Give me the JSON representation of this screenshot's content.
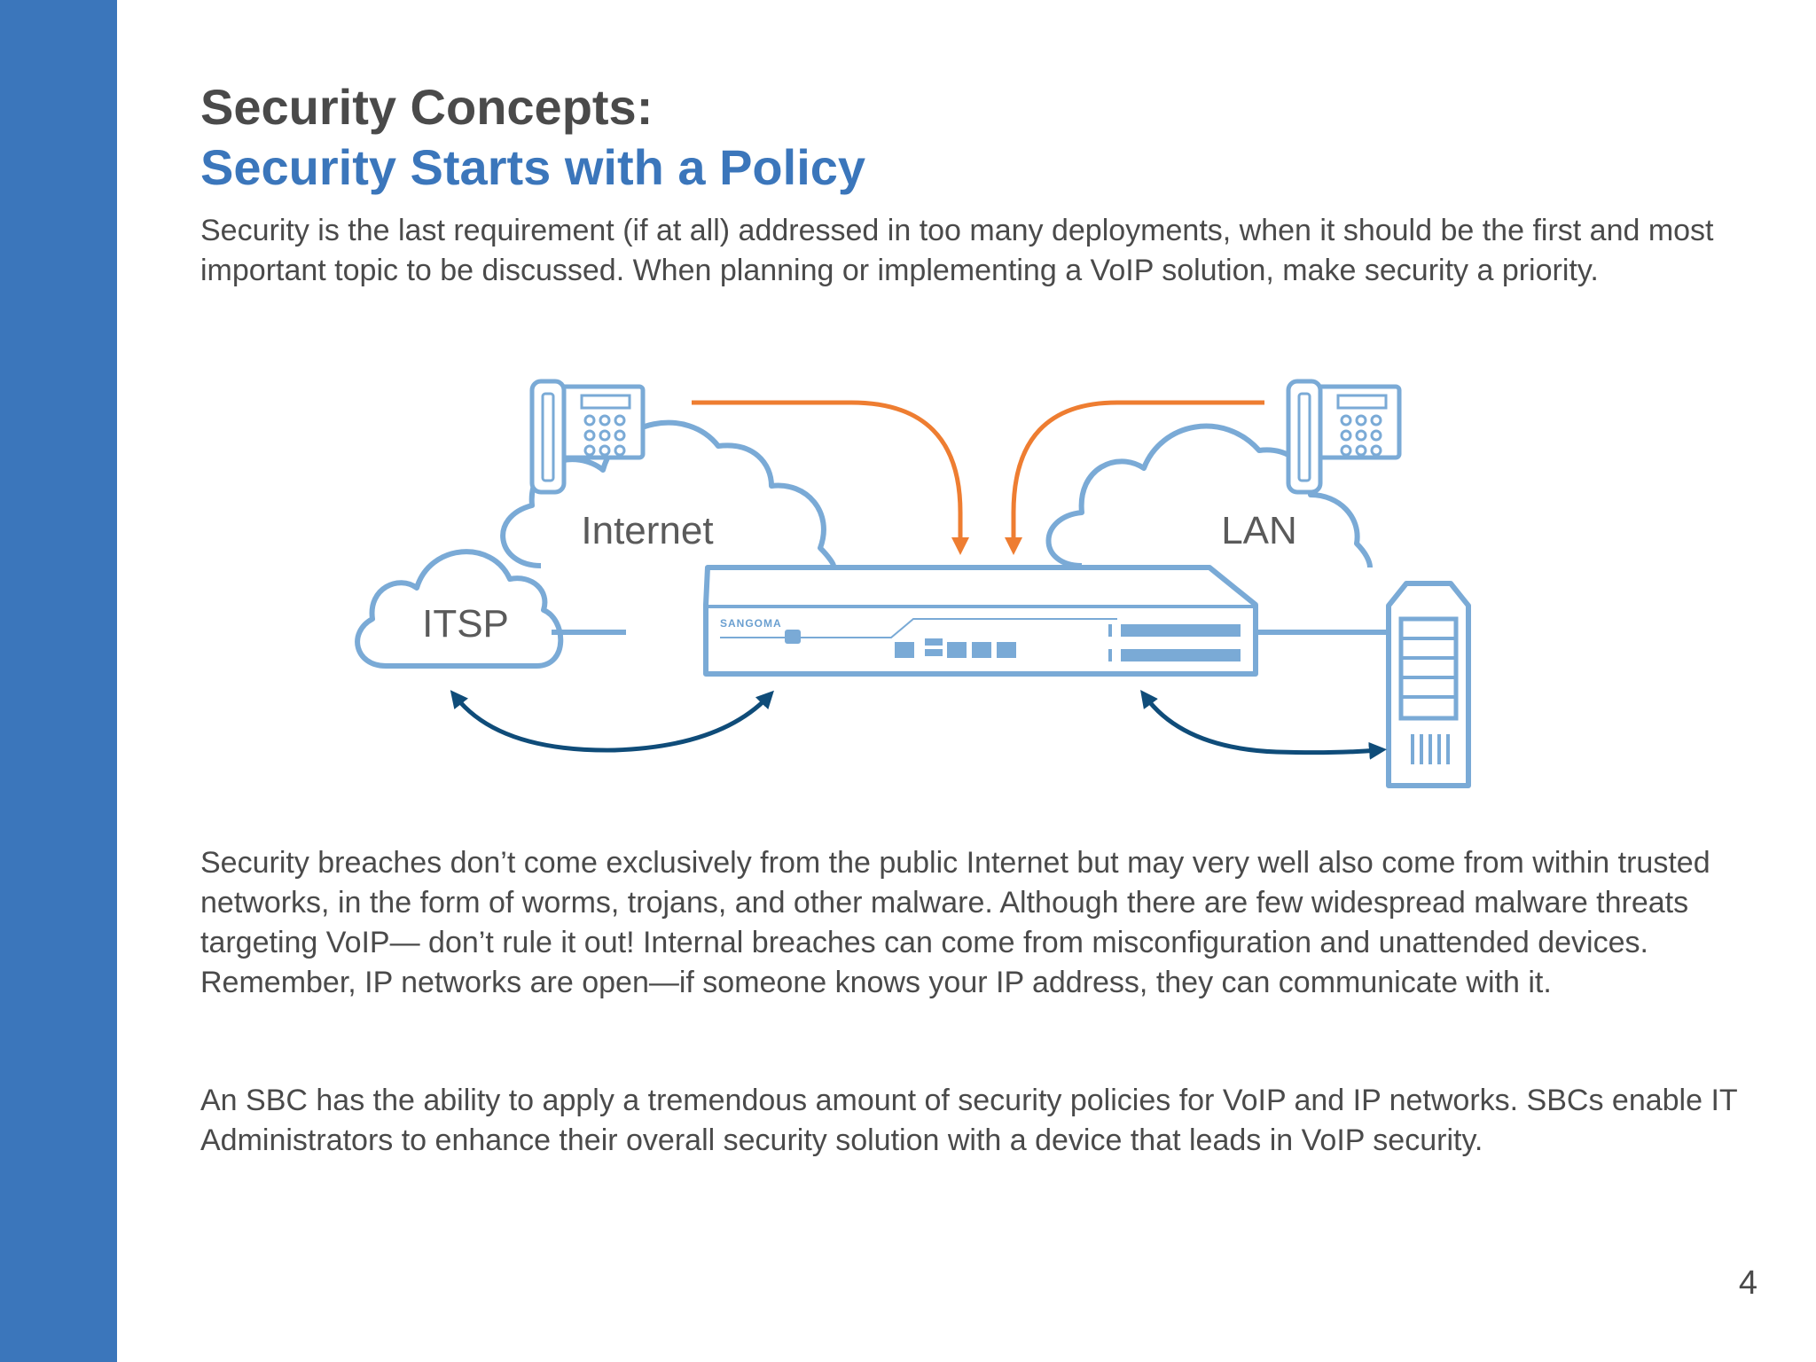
{
  "header": {
    "title": "Security Concepts:",
    "subtitle": "Security Starts with a Policy"
  },
  "intro": "Security is the last requirement (if at all) addressed in too many deployments, when it should be the first and most important topic to be discussed. When planning or implementing a VoIP solution, make security a priority.",
  "diagram": {
    "cloud_itsp": "ITSP",
    "cloud_internet": "Internet",
    "cloud_lan": "LAN",
    "device_brand": "SANGOMA",
    "colors": {
      "line": "#7aaad6",
      "orange_arrow": "#ee7d31",
      "navy_arrow": "#0f4c79"
    },
    "icons": [
      "desk-phone-icon",
      "desk-phone-icon",
      "server-tower-icon",
      "sbc-appliance-icon"
    ]
  },
  "body_paragraphs": [
    "Security breaches don’t come exclusively from the public Internet but may very well also come from within trusted networks, in the form of worms, trojans, and other malware. Although there are few widespread malware threats targeting VoIP— don’t rule it out! Internal breaches can come from misconfiguration and unattended devices. Remember, IP networks are open—if someone knows your IP address, they can communicate with it.",
    "An SBC has the ability to apply a tremendous amount of security policies for VoIP and IP networks. SBCs enable IT Administrators to enhance their overall security solution with a device that leads in VoIP security."
  ],
  "page_number": "4",
  "colors": {
    "accent": "#3b76bb",
    "text": "#4a4a4a"
  }
}
